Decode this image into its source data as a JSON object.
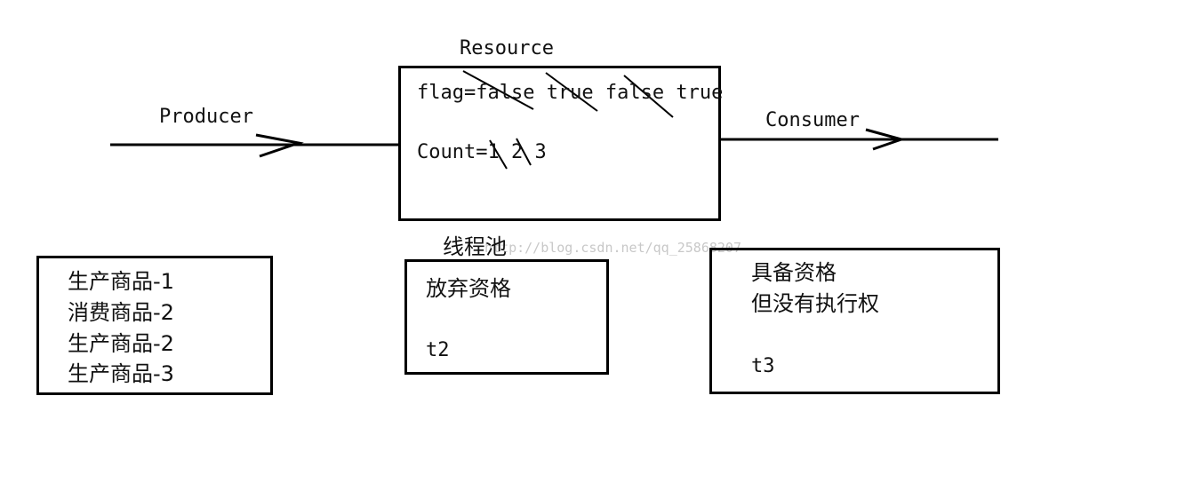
{
  "labels": {
    "resource": "Resource",
    "producer": "Producer",
    "consumer": "Consumer",
    "thread_pool": "线程池"
  },
  "resource_box": {
    "flag_line": "flag=false true false true",
    "count_line": "Count=1 2 3"
  },
  "log_box": {
    "lines": [
      "生产商品-1",
      "消费商品-2",
      "生产商品-2",
      "生产商品-3"
    ]
  },
  "t2_box": {
    "status": "放弃资格",
    "thread": "t2"
  },
  "t3_box": {
    "status_line1": "具备资格",
    "status_line2": "但没有执行权",
    "thread": "t3"
  },
  "watermark": "http://blog.csdn.net/qq_25868207",
  "colors": {
    "stroke": "#000000",
    "text": "#111111",
    "watermark": "#c8c8c8"
  }
}
